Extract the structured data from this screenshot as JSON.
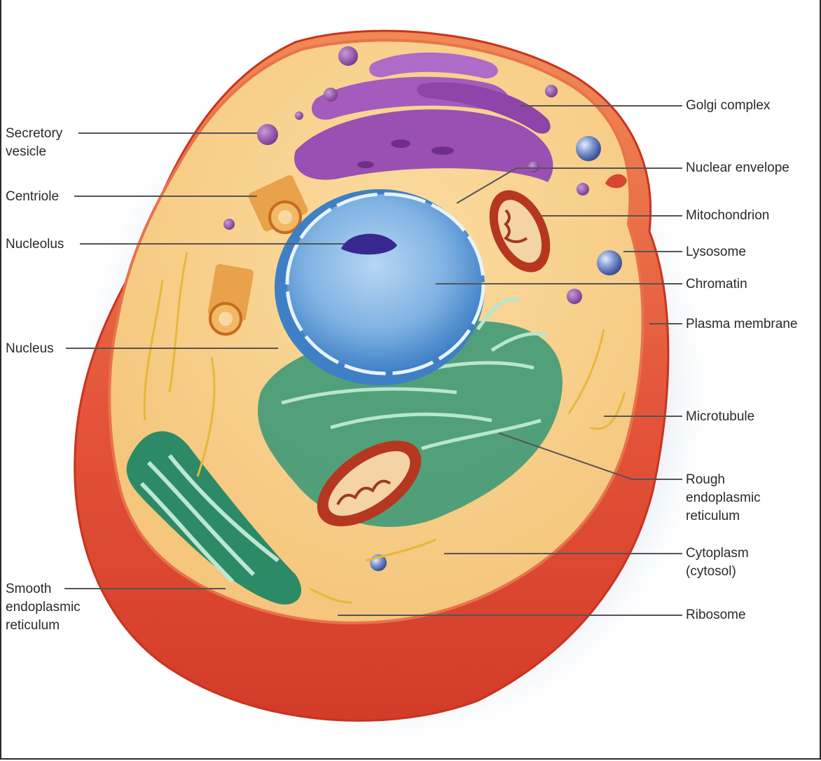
{
  "labels": {
    "golgi": "Golgi complex",
    "nuclear_envelope": "Nuclear envelope",
    "mitochondrion": "Mitochondrion",
    "lysosome": "Lysosome",
    "chromatin": "Chromatin",
    "plasma_membrane": "Plasma membrane",
    "microtubule": "Microtubule",
    "rough_er": "Rough\nendoplasmic\nreticulum",
    "cytoplasm": "Cytoplasm\n(cytosol)",
    "ribosome": "Ribosome",
    "secretory_vesicle": "Secretory\nvesicle",
    "centriole": "Centriole",
    "nucleolus": "Nucleolus",
    "nucleus": "Nucleus",
    "smooth_er": "Smooth\nendoplasmic\nreticulum"
  },
  "colors": {
    "cytoplasm": "#f7cf87",
    "membrane_outer": "#d9452e",
    "nucleus": "#5f9fdc",
    "golgi": "#9a4fb3",
    "rough_er": "#3e9a78",
    "smooth_er": "#2c8a66",
    "mitochondrion": "#b5371f",
    "leader_line": "#555555"
  }
}
